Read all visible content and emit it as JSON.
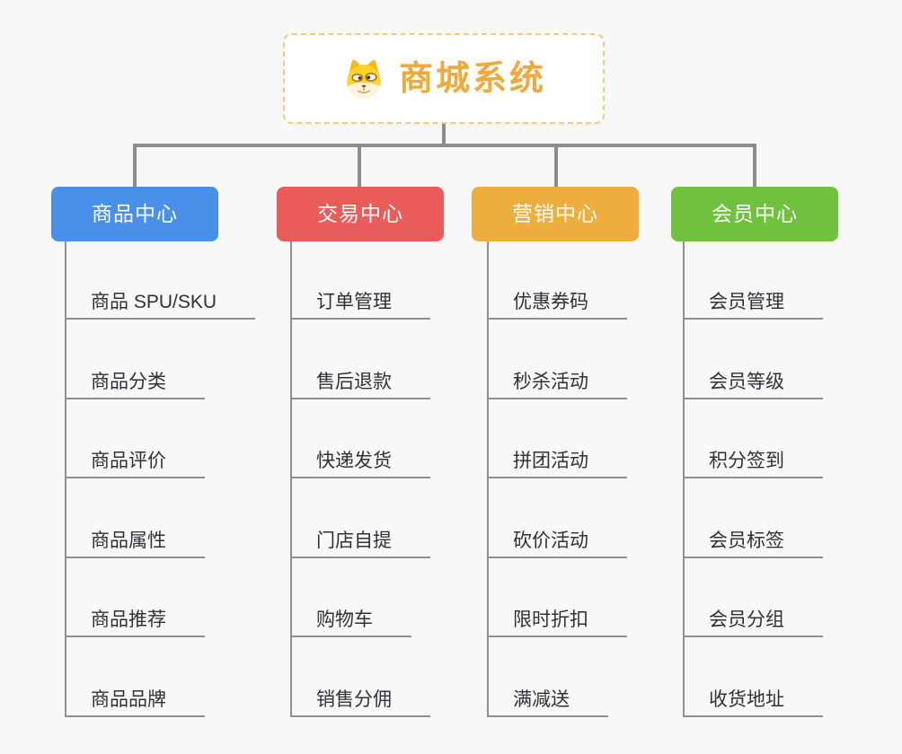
{
  "root": {
    "label": "商城系统",
    "icon": "doge-icon",
    "text_color": "#f0a93c",
    "border_color": "#f6ca7c"
  },
  "connector_color": "#8c8c8c",
  "branches": [
    {
      "label": "商品中心",
      "color": "#4a90e8",
      "children": [
        "商品 SPU/SKU",
        "商品分类",
        "商品评价",
        "商品属性",
        "商品推荐",
        "商品品牌"
      ]
    },
    {
      "label": "交易中心",
      "color": "#e95c5a",
      "children": [
        "订单管理",
        "售后退款",
        "快递发货",
        "门店自提",
        "购物车",
        "销售分佣"
      ]
    },
    {
      "label": "营销中心",
      "color": "#edae3e",
      "children": [
        "优惠券码",
        "秒杀活动",
        "拼团活动",
        "砍价活动",
        "限时折扣",
        "满减送"
      ]
    },
    {
      "label": "会员中心",
      "color": "#70c13e",
      "children": [
        "会员管理",
        "会员等级",
        "积分签到",
        "会员标签",
        "会员分组",
        "收货地址"
      ]
    }
  ]
}
